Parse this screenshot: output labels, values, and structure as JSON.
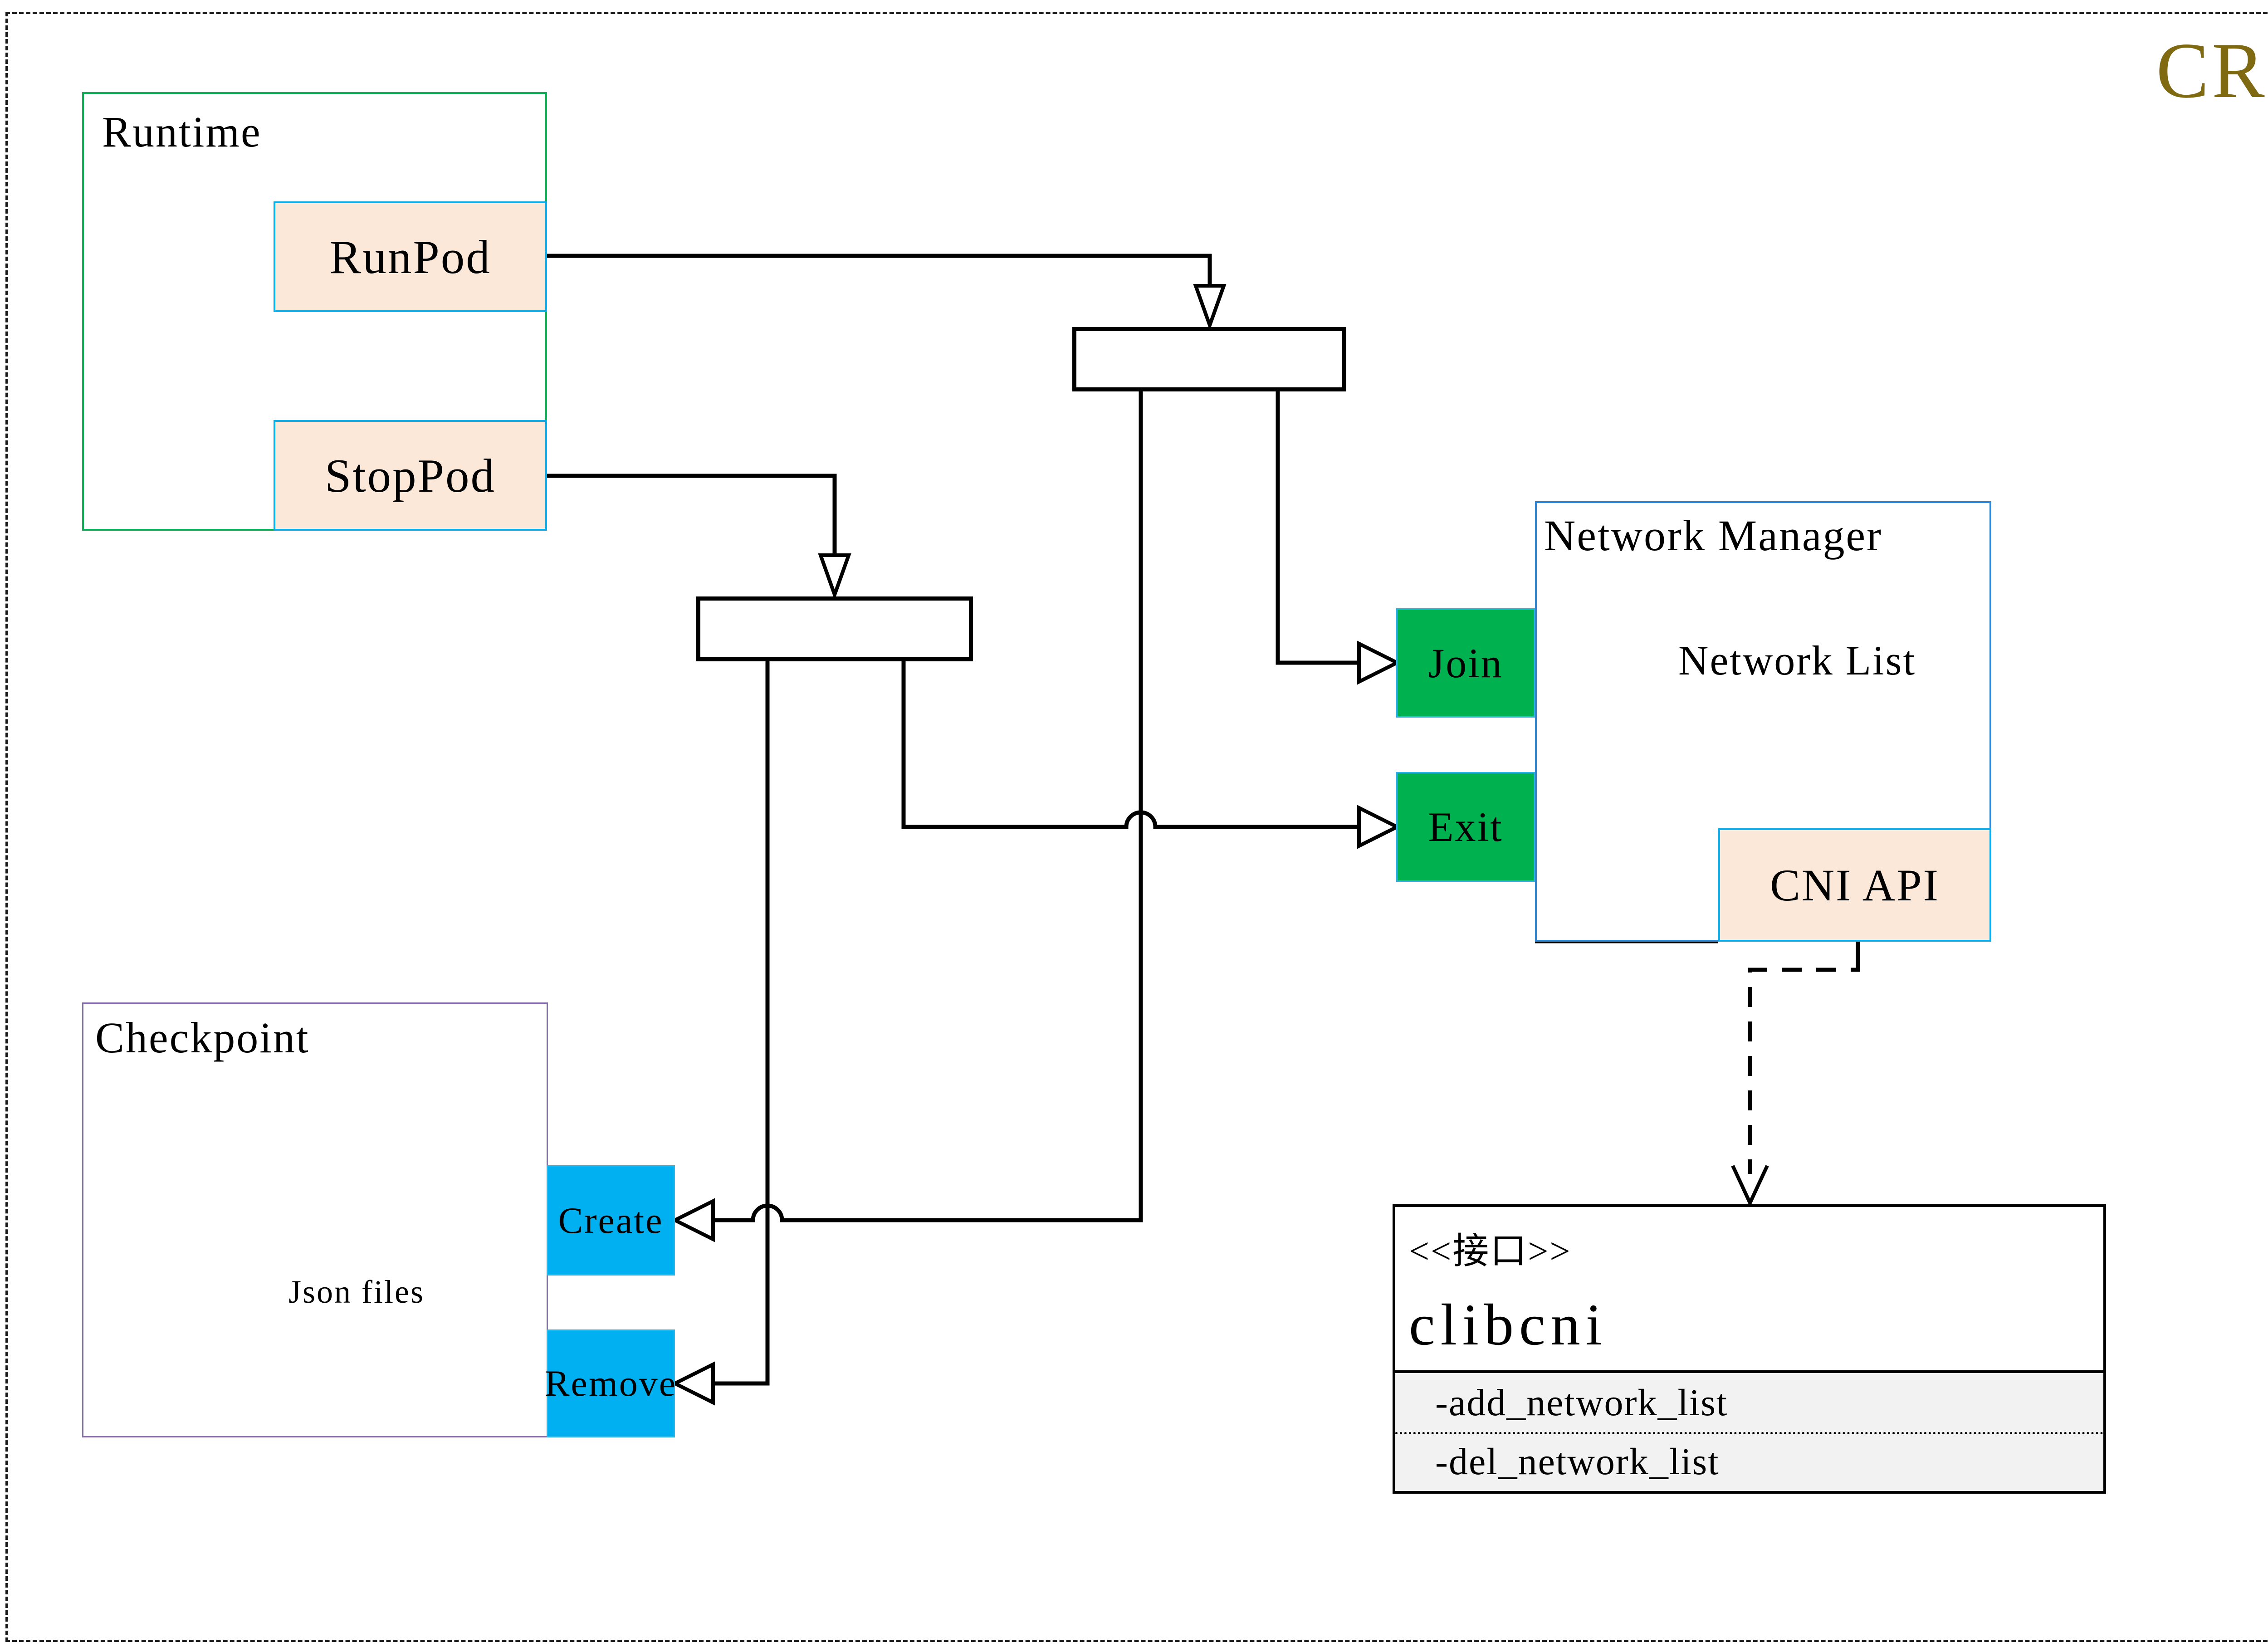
{
  "badge": {
    "title": "CRI"
  },
  "runtime": {
    "title": "Runtime",
    "run_pod": "RunPod",
    "stop_pod": "StopPod"
  },
  "network_manager": {
    "title": "Network Manager",
    "network_list": "Network List",
    "join": "Join",
    "exit": "Exit",
    "cni_api": "CNI API"
  },
  "checkpoint": {
    "title": "Checkpoint",
    "json_files": "Json files",
    "create": "Create",
    "remove": "Remove"
  },
  "clibcni": {
    "stereotype": "<<接口>>",
    "name": "clibcni",
    "methods": [
      "-add_network_list",
      "-del_network_list"
    ]
  },
  "colors": {
    "cri_gold": "#7f6a12",
    "runtime_border_green": "#0bb258",
    "network_manager_border_blue": "#2f86d2",
    "checkpoint_border_purple": "#8a6fad",
    "action_fill_peach": "#fce8d8",
    "action_border_cyan": "#0caeec",
    "join_exit_green": "#00b150",
    "create_remove_blue": "#00b0f0",
    "cylinder_stroke_gray": "#595959",
    "attrs_section_gray": "#f2f2f2"
  }
}
